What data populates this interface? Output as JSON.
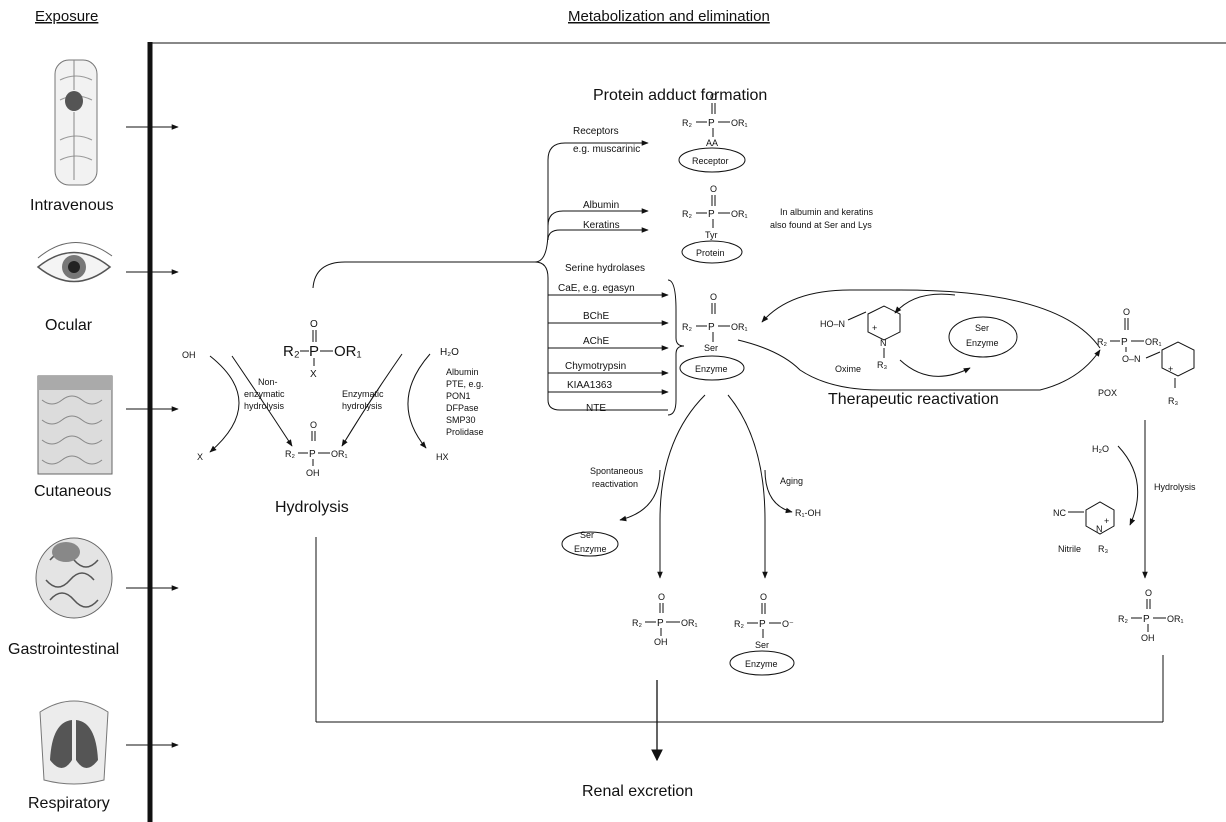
{
  "headings": {
    "exposure": "Exposure",
    "metabolization": "Metabolization and elimination",
    "protein_adduct": "Protein adduct formation",
    "hydrolysis": "Hydrolysis",
    "therapeutic": "Therapeutic reactivation",
    "renal": "Renal excretion"
  },
  "exposure_routes": [
    "Intravenous",
    "Ocular",
    "Cutaneous",
    "Gastrointestinal",
    "Respiratory"
  ],
  "protein_targets": {
    "receptors": "Receptors",
    "receptors_eg": "e.g. muscarinic",
    "albumin": "Albumin",
    "keratins": "Keratins",
    "serine_hydrolases": "Serine hydrolases",
    "cae": "CaE, e.g. egasyn",
    "bche": "BChE",
    "ache": "AChE",
    "chymotrypsin": "Chymotrypsin",
    "kiaa": "KIAA1363",
    "nte": "NTE"
  },
  "albumin_note_1": "In albumin and keratins",
  "albumin_note_2": "also found at Ser and Lys",
  "hydrolysis_side": {
    "oh": "OH",
    "x_minus": "X",
    "nonenz_1": "Non-",
    "nonenz_2": "enzymatic",
    "nonenz_3": "hydrolysis",
    "enz_1": "Enzymatic",
    "enz_2": "hydrolysis",
    "h2o": "H₂O",
    "hx": "HX",
    "enzymes": [
      "Albumin",
      "PTE, e.g.",
      "PON1",
      "DFPase",
      "SMP30",
      "Prolidase"
    ]
  },
  "chem": {
    "o": "O",
    "p": "P",
    "r2": "R₂",
    "or1": "OR₁",
    "or1_big": "OR₁",
    "x": "X",
    "oh": "OH",
    "aa": "AA",
    "tyr": "Tyr",
    "ser": "Ser",
    "o_minus": "O⁻",
    "r1oh": "R₁-OH",
    "ho_n": "HO–N",
    "o_n": "O–N",
    "n": "N",
    "r3": "R₃",
    "nc": "NC",
    "plus": "+"
  },
  "ovals": {
    "receptor": "Receptor",
    "protein": "Protein",
    "enzyme": "Enzyme",
    "ser": "Ser"
  },
  "reactivation": {
    "oxime": "Oxime",
    "pox": "POX",
    "spontaneous_1": "Spontaneous",
    "spontaneous_2": "reactivation",
    "aging": "Aging",
    "hydrolysis": "Hydrolysis",
    "h2o": "H₂O",
    "nitrile": "Nitrile"
  }
}
